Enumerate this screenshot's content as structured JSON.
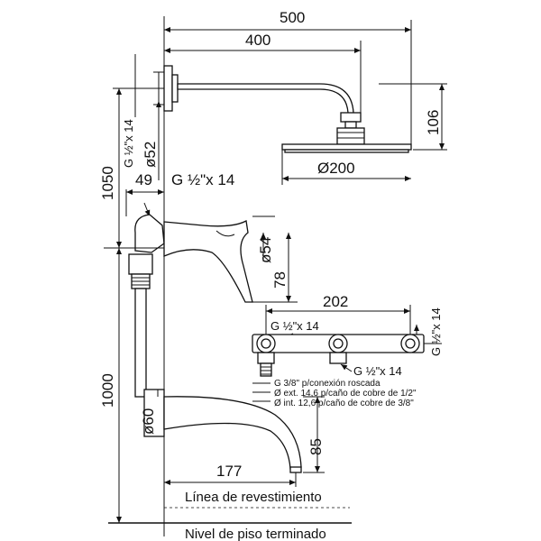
{
  "dimensions": {
    "d500": "500",
    "d400": "400",
    "d106": "106",
    "d1050": "1050",
    "d1000": "1000",
    "thread_top": "G ½\"x 14",
    "d52": "ø52",
    "d200": "Ø200",
    "d49": "49",
    "thread_spout": "G ½\"x 14",
    "d54": "ø54",
    "d78": "78",
    "d202": "202",
    "thread_valve_left": "G ½\"x 14",
    "thread_valve_right": "G ½\"x 14",
    "thread_valve_bottom": "G ½\"x 14",
    "d60": "ø60",
    "d85": "85",
    "d177": "177"
  },
  "notes": {
    "line1": "G 3/8\" p/conexión roscada",
    "line2": "Ø ext. 14,6 p/caño de cobre de 1/2\"",
    "line3": "Ø int. 12,6 p/caño de cobre de 3/8\""
  },
  "levels": {
    "finish_line": "Línea de revestimiento",
    "floor_line": "Nivel de piso terminado"
  }
}
